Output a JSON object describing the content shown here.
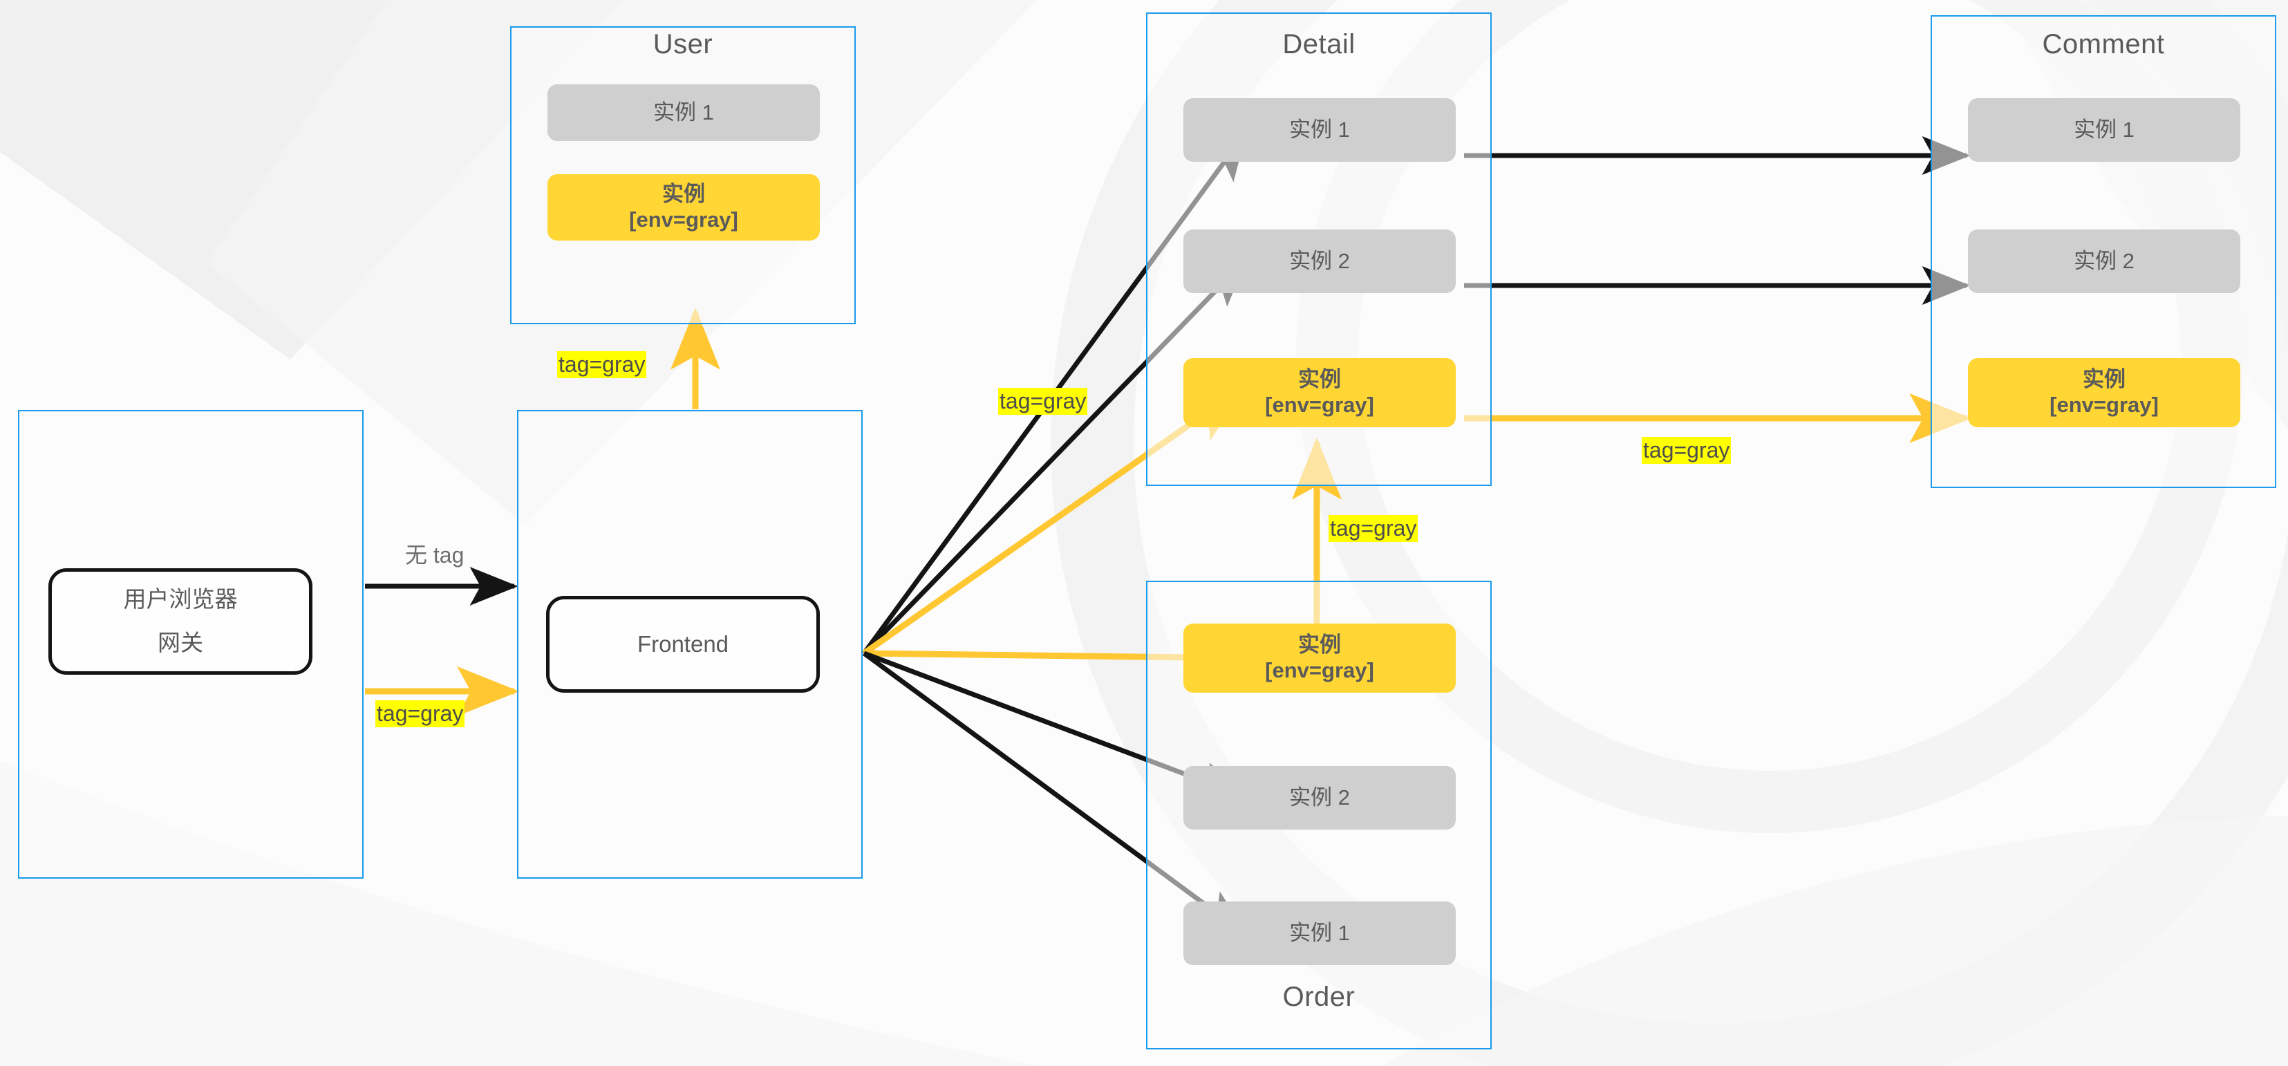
{
  "diagram": {
    "title_hidden": "",
    "colors": {
      "group_border": "#1a9bed",
      "instance_gray": "#cfcfcf",
      "instance_gray_highlight": "#ffd634",
      "edge_default": "#141414",
      "edge_gray_release": "#ffc832",
      "label_highlight_bg": "#ffff00",
      "text": "#5a5a5a"
    },
    "groups": [
      {
        "id": "browser",
        "label": "",
        "node": {
          "line1": "用户浏览器",
          "line2": "网关"
        }
      },
      {
        "id": "user",
        "label": "User",
        "label_position": "top",
        "instances": [
          {
            "line1": "实例 1",
            "line2": "",
            "variant": "gray"
          },
          {
            "line1": "实例",
            "line2": "[env=gray]",
            "variant": "yellow"
          }
        ]
      },
      {
        "id": "frontend",
        "label": "",
        "node": {
          "line1": "Frontend",
          "line2": ""
        }
      },
      {
        "id": "detail",
        "label": "Detail",
        "label_position": "top",
        "instances": [
          {
            "line1": "实例 1",
            "line2": "",
            "variant": "gray"
          },
          {
            "line1": "实例 2",
            "line2": "",
            "variant": "gray"
          },
          {
            "line1": "实例",
            "line2": "[env=gray]",
            "variant": "yellow"
          }
        ]
      },
      {
        "id": "order",
        "label": "Order",
        "label_position": "bottom",
        "instances": [
          {
            "line1": "实例",
            "line2": "[env=gray]",
            "variant": "yellow"
          },
          {
            "line1": "实例 2",
            "line2": "",
            "variant": "gray"
          },
          {
            "line1": "实例 1",
            "line2": "",
            "variant": "gray"
          }
        ]
      },
      {
        "id": "comment",
        "label": "Comment",
        "label_position": "top",
        "instances": [
          {
            "line1": "实例 1",
            "line2": "",
            "variant": "gray"
          },
          {
            "line1": "实例 2",
            "line2": "",
            "variant": "gray"
          },
          {
            "line1": "实例",
            "line2": "[env=gray]",
            "variant": "yellow"
          }
        ]
      }
    ],
    "edge_labels": [
      {
        "id": "browser-to-frontend-plain",
        "text": "无 tag",
        "style": "plain"
      },
      {
        "id": "browser-to-frontend-gray",
        "text": "tag=gray",
        "style": "highlight"
      },
      {
        "id": "frontend-to-user-gray",
        "text": "tag=gray",
        "style": "highlight"
      },
      {
        "id": "frontend-to-detail-gray",
        "text": "tag=gray",
        "style": "highlight"
      },
      {
        "id": "order-to-detail-gray",
        "text": "tag=gray",
        "style": "highlight"
      },
      {
        "id": "detail-to-comment-gray",
        "text": "tag=gray",
        "style": "highlight"
      }
    ]
  }
}
